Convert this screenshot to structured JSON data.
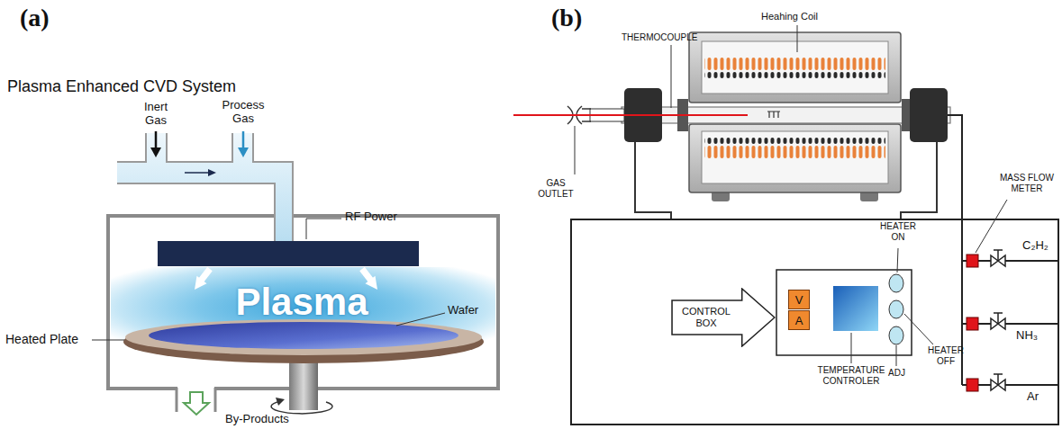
{
  "diagram": {
    "nodes": [
      {
        "text": [
          "Plasma"
        ]
      },
      {
        "text": [
          "CONTROL BOX"
        ]
      },
      {
        "text": [
          "V"
        ]
      },
      {
        "text": [
          "A"
        ]
      }
    ],
    "labels": [
      "(a)",
      "Plasma Enhanced CVD System",
      "Inert Gas",
      "Process Gas",
      "RF Power",
      "Wafer",
      "Heated Plate",
      "By-Products",
      "(b)",
      "THERMOCOUPLE",
      "Heahing Coil",
      "GAS OUTLET",
      "MASS FLOW METER",
      "HEATER ON",
      "TEMPERATURE CONTROLER",
      "ADJ",
      "HEATER OFF",
      "C₂H₂",
      "NH₃",
      "Ar"
    ]
  }
}
